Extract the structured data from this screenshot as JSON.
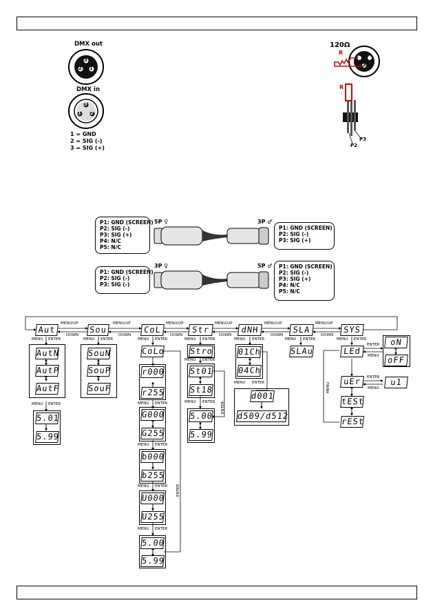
{
  "connectors": {
    "dmx_out_label": "DMX out",
    "dmx_in_label": "DMX in",
    "pin_legend": [
      "1 = GND",
      "2 = SIG (-)",
      "3 = SIG (+)"
    ],
    "terminator_label": "120Ω",
    "resistor_label": "R",
    "p2_label": "P2",
    "p3_label": "P3",
    "out_pins": [
      "3",
      "2",
      "1"
    ],
    "in_pins": [
      "3",
      "1",
      "2"
    ],
    "term_pins": [
      "2",
      "1",
      "3"
    ]
  },
  "cables": {
    "cable1_left": [
      "P1: GND (SCREEN)",
      "P2: SIG (-)",
      "P3: SIG (+)",
      "P4: N/C",
      "P5: N/C"
    ],
    "cable1_left_label": "5P ♀",
    "cable1_right": [
      "P1: GND (SCREEN)",
      "P2: SIG (-)",
      "P3: SIG (+)"
    ],
    "cable1_right_label": "3P ♂",
    "cable2_left": [
      "P1: GND (SCREEN)",
      "P2: SIG (-)",
      "P3: SIG (-)"
    ],
    "cable2_left_label": "3P ♀",
    "cable2_right": [
      "P1: GND (SCREEN)",
      "P2: SIG (-)",
      "P3: SIG (+)",
      "P4: N/C",
      "P5: N/C"
    ],
    "cable2_right_label": "5P ♂"
  },
  "menu": {
    "top": [
      "Aut",
      "Sou",
      "CoL",
      "Str",
      "dNH",
      "SLA",
      "SYS"
    ],
    "nav_up": "MENU/UP",
    "nav_down": "DOWN",
    "menu_lbl": "MENU",
    "enter_lbl": "ENTER",
    "auto_sub": [
      "AutN",
      "AutP",
      "AutF"
    ],
    "auto_speed": [
      "5.01",
      "5.99"
    ],
    "sound_sub": [
      "SouN",
      "SouP",
      "SouF"
    ],
    "color_sub": [
      "CoLo"
    ],
    "color_r": [
      "r000",
      "r255"
    ],
    "color_g": [
      "G000",
      "G255"
    ],
    "color_b": [
      "b000",
      "b255"
    ],
    "color_u": [
      "U000",
      "U255"
    ],
    "color_speed": [
      "5.00",
      "5.99"
    ],
    "strobe_sub": [
      "Stro"
    ],
    "strobe_vals": [
      "St01",
      "St18"
    ],
    "strobe_speed": [
      "5.00",
      "5.99"
    ],
    "dmx_sub": [
      "01Ch",
      "04Ch"
    ],
    "dmx_addr": [
      "d001",
      "d509/d512"
    ],
    "slave_sub": [
      "SLAu"
    ],
    "sys_sub": [
      "LEd",
      "uEr",
      "tESt",
      "rESt"
    ],
    "led_opts": [
      "oN",
      "oFF"
    ],
    "ver_val": "u1"
  }
}
